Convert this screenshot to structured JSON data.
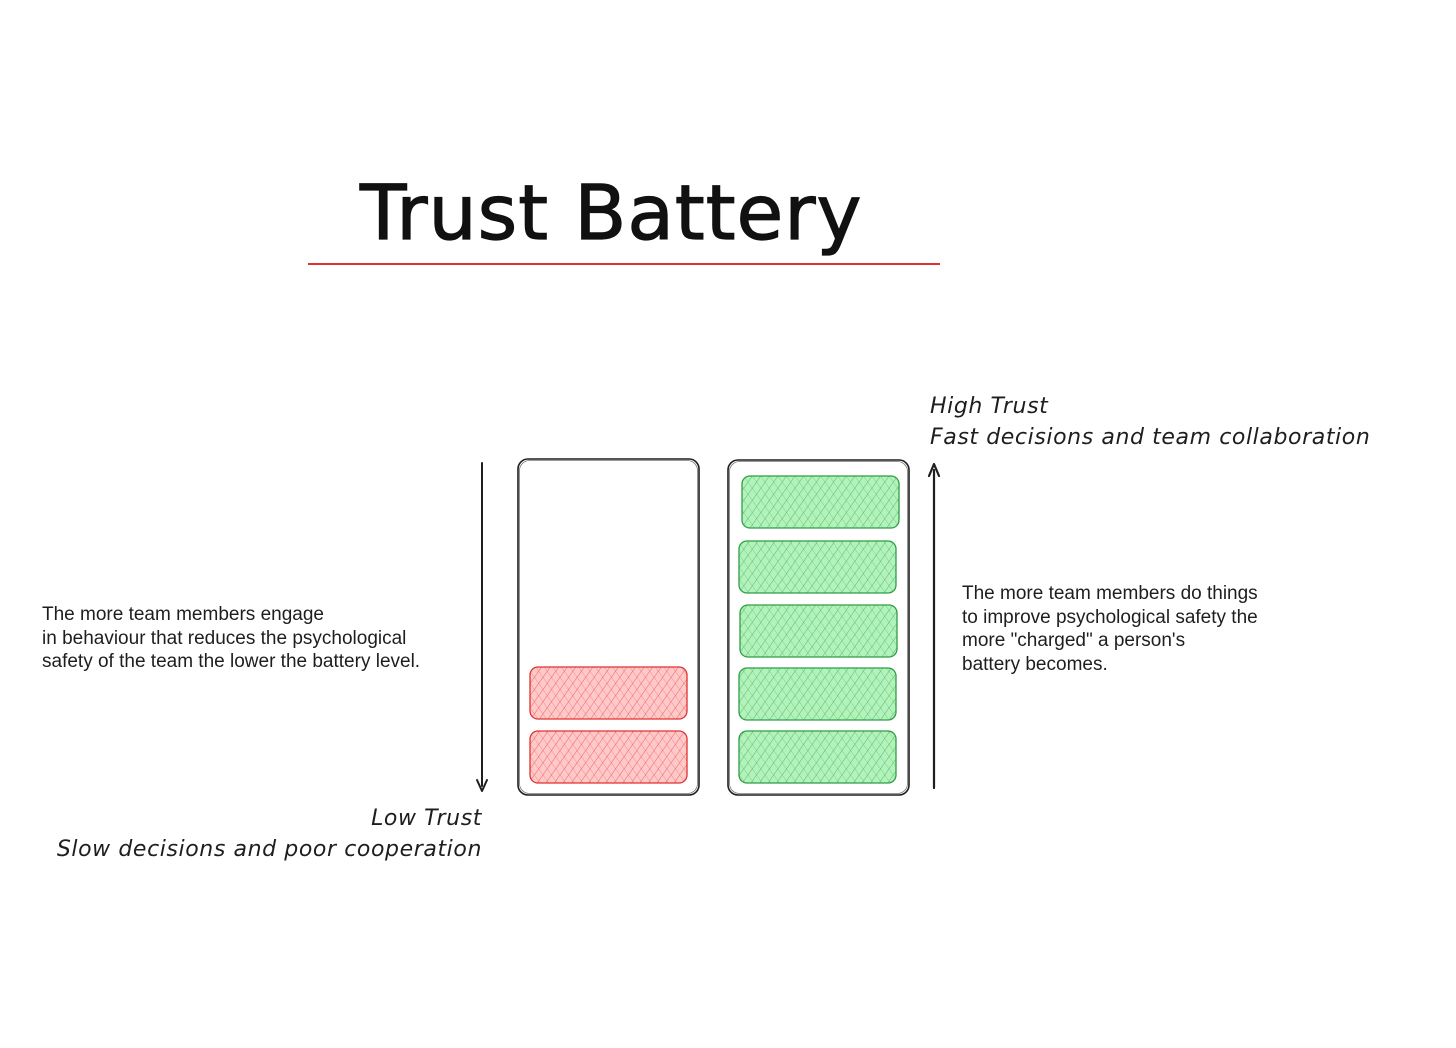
{
  "title": "Trust Battery",
  "colors": {
    "underline": "#e03131",
    "low_cell_fill": "#ffc9c9",
    "low_cell_stroke": "#e03131",
    "high_cell_fill": "#b2f2bb",
    "high_cell_stroke": "#2f9e44",
    "ink": "#1e1e1e"
  },
  "high_trust": {
    "heading": "High Trust",
    "subheading": "Fast decisions and team collaboration",
    "description": [
      "The more team members do things",
      "to improve psychological safety the",
      "more \"charged\" a person's",
      "battery becomes."
    ]
  },
  "low_trust": {
    "heading": "Low Trust",
    "subheading": "Slow decisions and poor cooperation",
    "description": [
      "The more team members engage",
      "in behaviour that reduces the psychological",
      "safety of the team the lower the battery level."
    ]
  },
  "batteries": {
    "low": {
      "charged_cells": 2,
      "total_cells": 5
    },
    "high": {
      "charged_cells": 5,
      "total_cells": 5
    }
  },
  "icons": {
    "down_arrow": "arrow-down-icon",
    "up_arrow": "arrow-up-icon"
  }
}
